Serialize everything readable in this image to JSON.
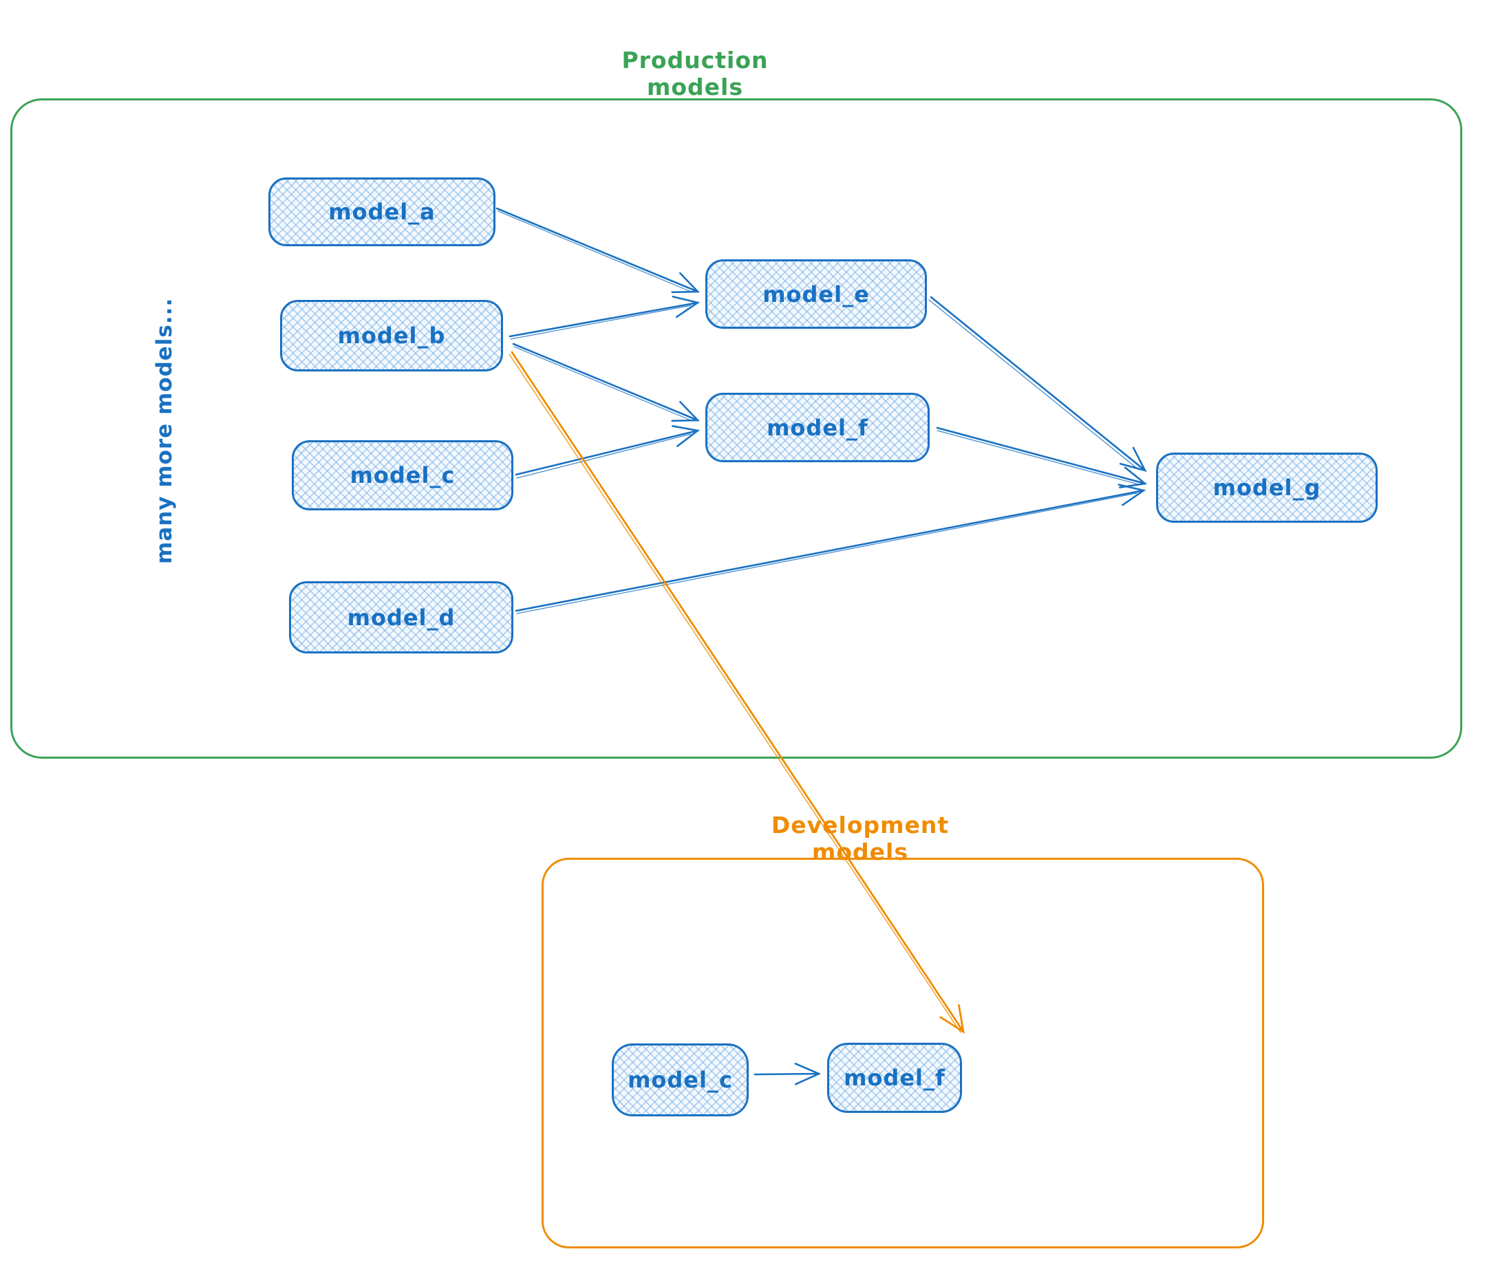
{
  "colors": {
    "node_stroke_blue": "#1971c2",
    "node_fill_light_blue": "#d9ebfb",
    "production_green": "#3aa355",
    "development_orange": "#f08c00"
  },
  "production": {
    "title": "Production models",
    "side_label": "many more models...",
    "nodes": {
      "a": "model_a",
      "b": "model_b",
      "c": "model_c",
      "d": "model_d",
      "e": "model_e",
      "f": "model_f",
      "g": "model_g"
    }
  },
  "development": {
    "title": "Development models",
    "nodes": {
      "c": "model_c",
      "f": "model_f"
    }
  },
  "edges": [
    {
      "from": "model_a",
      "to": "model_e",
      "section": "production",
      "color": "blue"
    },
    {
      "from": "model_b",
      "to": "model_e",
      "section": "production",
      "color": "blue"
    },
    {
      "from": "model_b",
      "to": "model_f",
      "section": "production",
      "color": "blue"
    },
    {
      "from": "model_c",
      "to": "model_f",
      "section": "production",
      "color": "blue"
    },
    {
      "from": "model_d",
      "to": "model_g",
      "section": "production",
      "color": "blue"
    },
    {
      "from": "model_e",
      "to": "model_g",
      "section": "production",
      "color": "blue"
    },
    {
      "from": "model_f",
      "to": "model_g",
      "section": "production",
      "color": "blue"
    },
    {
      "from": "model_c",
      "to": "model_f",
      "section": "development",
      "color": "blue"
    },
    {
      "from": "production model_b",
      "to": "development model_f",
      "section": "cross",
      "color": "orange"
    }
  ]
}
